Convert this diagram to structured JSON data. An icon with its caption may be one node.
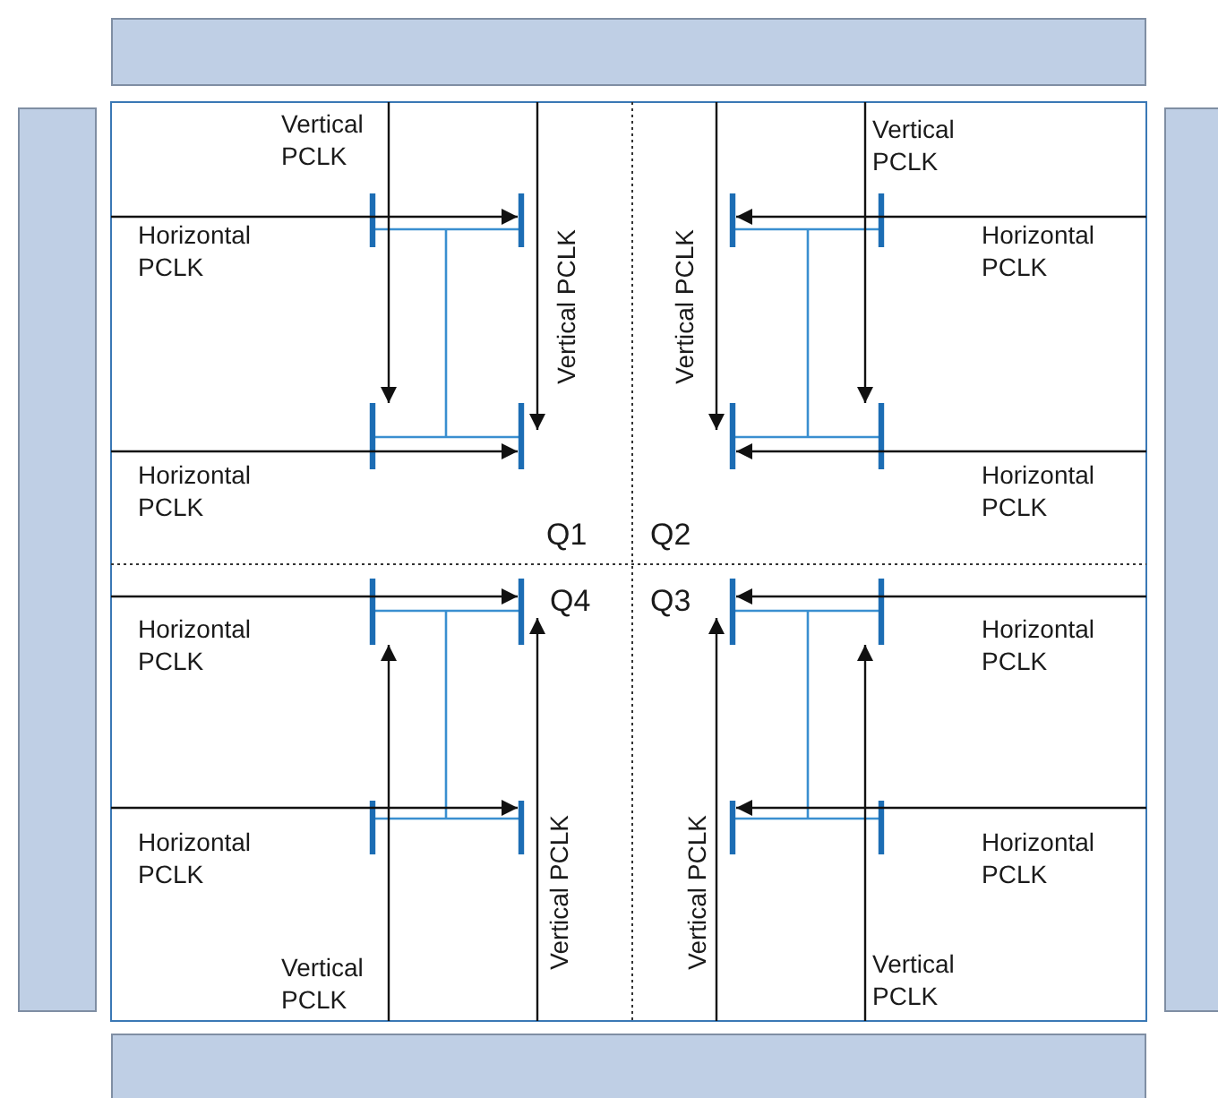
{
  "diagram": {
    "nodes": [
      {
        "text": [],
        "shape": "bar"
      },
      {
        "text": [],
        "shape": "bar"
      },
      {
        "text": [],
        "shape": "bar"
      },
      {
        "text": [],
        "shape": "bar"
      }
    ],
    "labels": [
      "Vertical PCLK",
      "Vertical PCLK",
      "Horizontal PCLK",
      "Vertical PCLK",
      "Vertical PCLK",
      "Horizontal PCLK",
      "Horizontal PCLK",
      "Horizontal PCLK",
      "Q1",
      "Q2",
      "Q4",
      "Q3",
      "Horizontal PCLK",
      "Horizontal PCLK",
      "Horizontal PCLK",
      "Horizontal PCLK",
      "Vertical PCLK",
      "Vertical PCLK",
      "Vertical PCLK",
      "Vertical PCLK"
    ]
  }
}
